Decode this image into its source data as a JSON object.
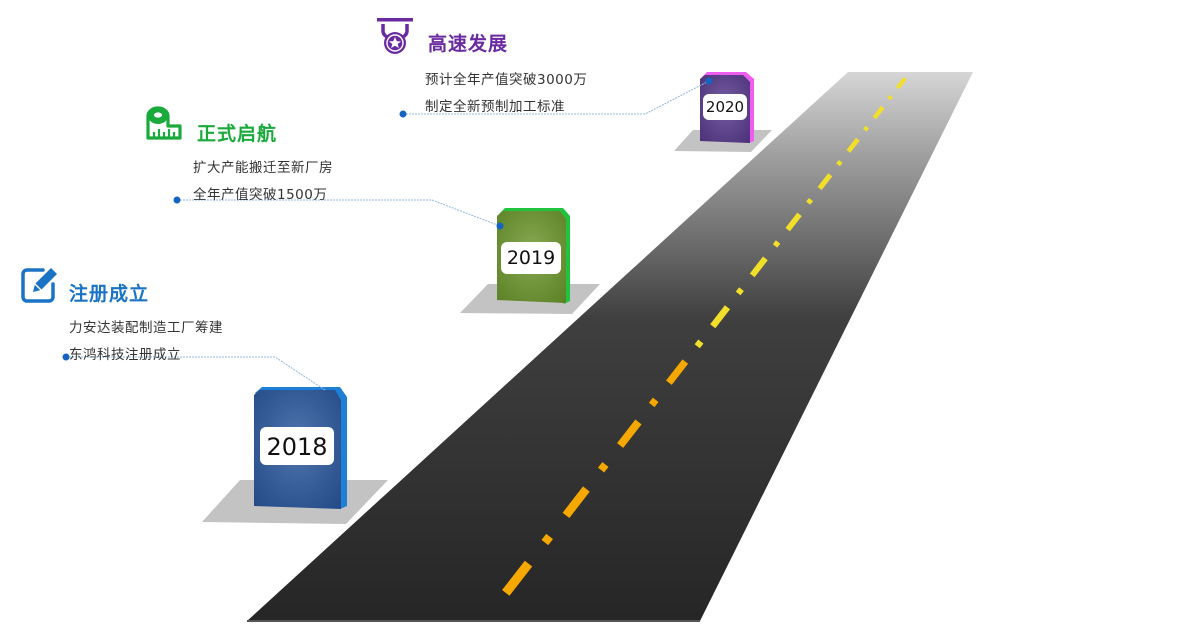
{
  "milestones": [
    {
      "year": "2018",
      "title": "注册成立",
      "icon": "edit-icon",
      "lines": [
        "力安达装配制造工厂筹建",
        "东鸿科技注册成立"
      ],
      "color": "#1a73c4",
      "pillar_color": "#2c5aa0",
      "pillar_edge": "#1e7fd6"
    },
    {
      "year": "2019",
      "title": "正式启航",
      "icon": "measuring-tape-icon",
      "lines": [
        "扩大产能搬迁至新厂房",
        "全年产值突破1500万"
      ],
      "color": "#1aaa3c",
      "pillar_color": "#6f9a2e",
      "pillar_edge": "#22c33f"
    },
    {
      "year": "2020",
      "title": "高速发展",
      "icon": "medal-icon",
      "lines": [
        "预计全年产值突破3000万",
        "制定全新预制加工标准"
      ],
      "color": "#6a2aa0",
      "pillar_color": "#5b3c8f",
      "pillar_edge": "#ee5cf0"
    }
  ],
  "colors": {
    "connector": "#8fb9e0",
    "dot": "#1565c0",
    "road_far": "#d8d8d8",
    "road_near": "#262626",
    "lane_far": "#f2df2a",
    "lane_near": "#f5a800",
    "pedestal": "#c3c3c3"
  }
}
